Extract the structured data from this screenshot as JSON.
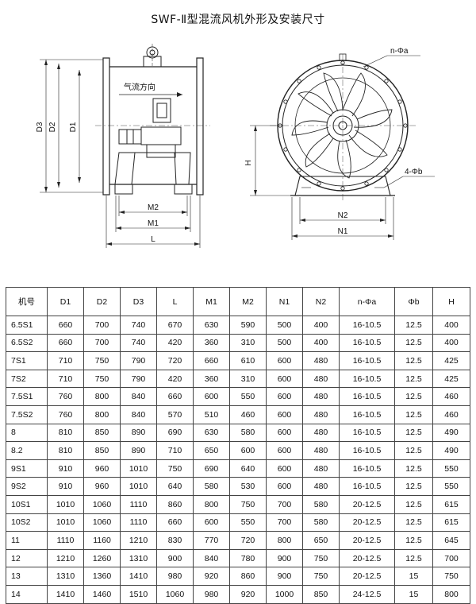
{
  "title": "SWF-Ⅱ型混流风机外形及安装尺寸",
  "drawing": {
    "front_labels": {
      "d3": "D3",
      "d2": "D2",
      "d1": "D1",
      "airflow": "气流方向",
      "m2": "M2",
      "m1": "M1",
      "l": "L"
    },
    "side_labels": {
      "n_phi_a": "n-Φa",
      "h": "H",
      "four_phi_b": "4-Φb",
      "n2": "N2",
      "n1": "N1"
    }
  },
  "table": {
    "headers": [
      "机号",
      "D1",
      "D2",
      "D3",
      "L",
      "M1",
      "M2",
      "N1",
      "N2",
      "n-Φa",
      "Φb",
      "H"
    ],
    "rows": [
      [
        "6.5S1",
        "660",
        "700",
        "740",
        "670",
        "630",
        "590",
        "500",
        "400",
        "16-10.5",
        "12.5",
        "400"
      ],
      [
        "6.5S2",
        "660",
        "700",
        "740",
        "420",
        "360",
        "310",
        "500",
        "400",
        "16-10.5",
        "12.5",
        "400"
      ],
      [
        "7S1",
        "710",
        "750",
        "790",
        "720",
        "660",
        "610",
        "600",
        "480",
        "16-10.5",
        "12.5",
        "425"
      ],
      [
        "7S2",
        "710",
        "750",
        "790",
        "420",
        "360",
        "310",
        "600",
        "480",
        "16-10.5",
        "12.5",
        "425"
      ],
      [
        "7.5S1",
        "760",
        "800",
        "840",
        "660",
        "600",
        "550",
        "600",
        "480",
        "16-10.5",
        "12.5",
        "460"
      ],
      [
        "7.5S2",
        "760",
        "800",
        "840",
        "570",
        "510",
        "460",
        "600",
        "480",
        "16-10.5",
        "12.5",
        "460"
      ],
      [
        "8",
        "810",
        "850",
        "890",
        "690",
        "630",
        "580",
        "600",
        "480",
        "16-10.5",
        "12.5",
        "490"
      ],
      [
        "8.2",
        "810",
        "850",
        "890",
        "710",
        "650",
        "600",
        "600",
        "480",
        "16-10.5",
        "12.5",
        "490"
      ],
      [
        "9S1",
        "910",
        "960",
        "1010",
        "750",
        "690",
        "640",
        "600",
        "480",
        "16-10.5",
        "12.5",
        "550"
      ],
      [
        "9S2",
        "910",
        "960",
        "1010",
        "640",
        "580",
        "530",
        "600",
        "480",
        "16-10.5",
        "12.5",
        "550"
      ],
      [
        "10S1",
        "1010",
        "1060",
        "1110",
        "860",
        "800",
        "750",
        "700",
        "580",
        "20-12.5",
        "12.5",
        "615"
      ],
      [
        "10S2",
        "1010",
        "1060",
        "1110",
        "660",
        "600",
        "550",
        "700",
        "580",
        "20-12.5",
        "12.5",
        "615"
      ],
      [
        "11",
        "1110",
        "1160",
        "1210",
        "830",
        "770",
        "720",
        "800",
        "650",
        "20-12.5",
        "12.5",
        "645"
      ],
      [
        "12",
        "1210",
        "1260",
        "1310",
        "900",
        "840",
        "780",
        "900",
        "750",
        "20-12.5",
        "12.5",
        "700"
      ],
      [
        "13",
        "1310",
        "1360",
        "1410",
        "980",
        "920",
        "860",
        "900",
        "750",
        "20-12.5",
        "15",
        "750"
      ],
      [
        "14",
        "1410",
        "1460",
        "1510",
        "1060",
        "980",
        "920",
        "1000",
        "850",
        "24-12.5",
        "15",
        "800"
      ]
    ]
  }
}
